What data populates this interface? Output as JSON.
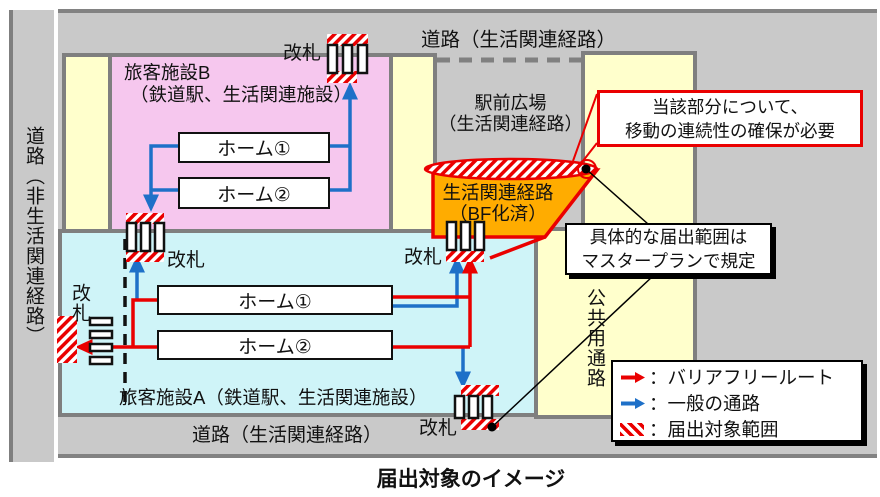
{
  "title": "届出対象のイメージ",
  "roads": {
    "top_label": "道路（生活関連経路）",
    "bottom_label": "道路（生活関連経路）",
    "left_label": "道路（非生活関連経路）"
  },
  "areas": {
    "facility_b": {
      "line1": "旅客施設B",
      "line2": "（鉄道駅、生活関連施設）",
      "color": "#F6C7EE"
    },
    "facility_a": {
      "name": "旅客施設A（鉄道駅、生活関連施設）",
      "color": "#CFF4F8"
    },
    "station_plaza": {
      "line1": "駅前広場",
      "line2": "（生活関連経路）",
      "color": "#C9C9C9"
    },
    "bf_route_area": {
      "line1": "生活関連経路",
      "line2": "（BF化済）",
      "color": "#FFAC00"
    },
    "public_passage": {
      "name": "公共用通路",
      "color": "#FFFFCC"
    }
  },
  "platforms": {
    "p1": "ホーム①",
    "p2": "ホーム②"
  },
  "gates": {
    "label": "改札"
  },
  "callouts": {
    "continuity": {
      "line1": "当該部分について、",
      "line2": "移動の連続性の確保が必要",
      "border_color": "#EA0000"
    },
    "masterplan": {
      "line1": "具体的な届出範囲は",
      "line2": "マスタープランで規定"
    }
  },
  "legend": {
    "items": [
      {
        "icon": "red-arrow",
        "label": "：バリアフリールート",
        "color": "#EA0000"
      },
      {
        "icon": "blue-arrow",
        "label": "：一般の通路",
        "color": "#1E70C8"
      },
      {
        "icon": "hatch",
        "label": "：届出対象範囲",
        "color": "#EA0000"
      }
    ]
  },
  "colors": {
    "road_gray": "#C9C9C9",
    "border_gray": "#7F7F7F",
    "barrier_free_red": "#EA0000",
    "general_route_blue": "#1E70C8",
    "bf_area_orange": "#FFAC00",
    "facility_b_pink": "#F6C7EE",
    "facility_a_cyan": "#CFF4F8",
    "passage_yellow": "#FFFFCC"
  }
}
